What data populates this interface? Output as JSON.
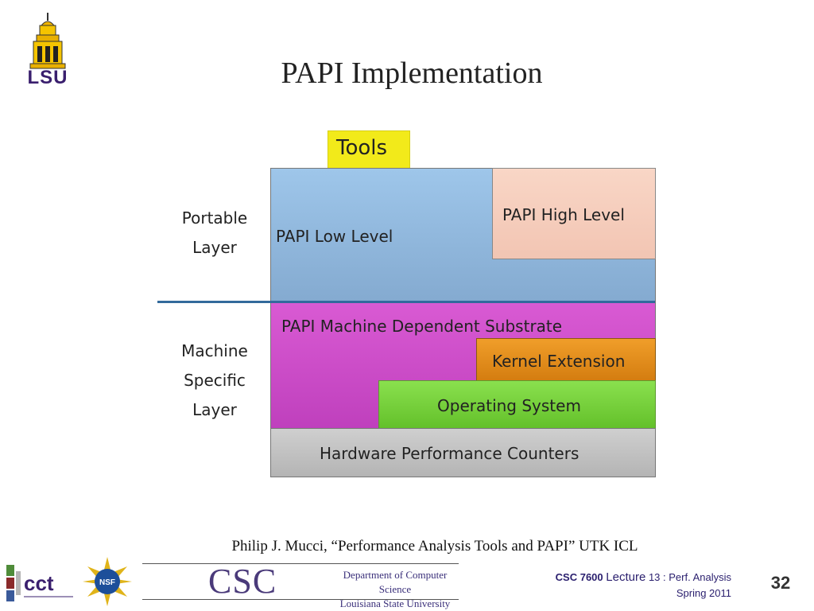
{
  "header": {
    "logo_text": "LSU",
    "title": "PAPI Implementation"
  },
  "diagram": {
    "tools": "Tools",
    "papi_low_level": "PAPI Low Level",
    "papi_high_level": "PAPI High Level",
    "machine_dependent_substrate": "PAPI Machine Dependent Substrate",
    "kernel_extension": "Kernel Extension",
    "operating_system": "Operating System",
    "hardware_counters": "Hardware Performance Counters",
    "portable_layer": [
      "Portable",
      "Layer"
    ],
    "machine_layer": [
      "Machine",
      "Specific",
      "Layer"
    ],
    "colors": {
      "tools": "#f2ea1a",
      "portable": "#92b8de",
      "high_level": "#f5ccbb",
      "machine": "#cc4cc8",
      "kernel": "#e38c1c",
      "os": "#76d03a",
      "hardware": "#c2c2c2",
      "divider": "#336a9c"
    }
  },
  "citation": "Philip J. Mucci, “Performance Analysis Tools and PAPI” UTK ICL",
  "footer": {
    "cct_text": "cct",
    "nsf_text": "NSF",
    "csc_text": "CSC",
    "dept_line1": "Department of Computer Science",
    "dept_line2": "Louisiana State University",
    "course": "CSC 7600",
    "lecture_word": "Lecture",
    "lecture_detail": "13 : Perf. Analysis",
    "term": "Spring 2011",
    "page_number": "32"
  }
}
